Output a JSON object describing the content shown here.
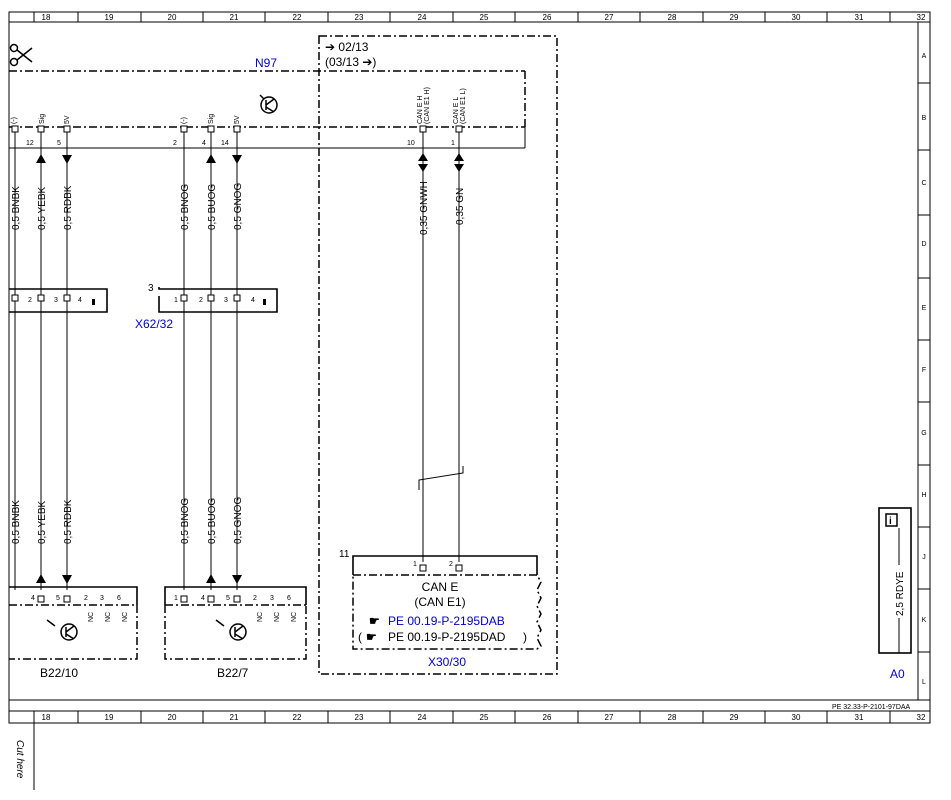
{
  "frame": {
    "columns": [
      "18",
      "19",
      "20",
      "21",
      "22",
      "23",
      "24",
      "25",
      "26",
      "27",
      "28",
      "29",
      "30",
      "31",
      "32"
    ],
    "rows": [
      "A",
      "B",
      "C",
      "D",
      "E",
      "F",
      "G",
      "H",
      "J",
      "K",
      "L"
    ],
    "drawing_ref": "PE 32.33-P-2101-97DAA",
    "cut_here": "Cut here"
  },
  "top_section": {
    "component_label": "N97",
    "validity_from": "02/13",
    "validity_until": "(03/13",
    "pins_left": [
      "(-)",
      "Sig",
      "5V"
    ],
    "pins_mid": [
      "(-)",
      "Sig",
      "5V"
    ],
    "pins_can": [
      "CAN E H",
      "(CAN E1 H)",
      "CAN E L",
      "(CAN E1 L)"
    ],
    "pin_numbers": [
      "12",
      "5",
      "2",
      "4",
      "14",
      "10",
      "1"
    ]
  },
  "wires": {
    "left": [
      "0,5 BNBK",
      "0,5 YEBK",
      "0,5 RDBK"
    ],
    "mid": [
      "0,5 BNOG",
      "0,5 BUOG",
      "0,5 GNOG"
    ],
    "can": [
      "0,35 GNWH",
      "0,35 GN"
    ],
    "power": "2,5 RDYE"
  },
  "connector_x62": {
    "label": "X62/32",
    "index": "3",
    "pins": [
      "1",
      "2",
      "3",
      "4"
    ],
    "pins_left_partial": [
      "2",
      "3",
      "4"
    ]
  },
  "sensors": {
    "left": {
      "label": "B22/10",
      "pins": [
        "4",
        "5",
        "2",
        "3",
        "6"
      ],
      "nc": [
        "NC",
        "NC",
        "NC"
      ]
    },
    "mid": {
      "label": "B22/7",
      "pins": [
        "1",
        "4",
        "5",
        "2",
        "3",
        "6"
      ],
      "nc": [
        "NC",
        "NC",
        "NC"
      ]
    }
  },
  "can_connector": {
    "index": "11",
    "pins": [
      "1",
      "2"
    ],
    "title": "CAN E",
    "subtitle": "(CAN E1)",
    "ref1": "PE 00.19-P-2195DAB",
    "ref2": "PE 00.19-P-2195DAD",
    "label": "X30/30"
  },
  "legend_box": {
    "label": "A0"
  }
}
